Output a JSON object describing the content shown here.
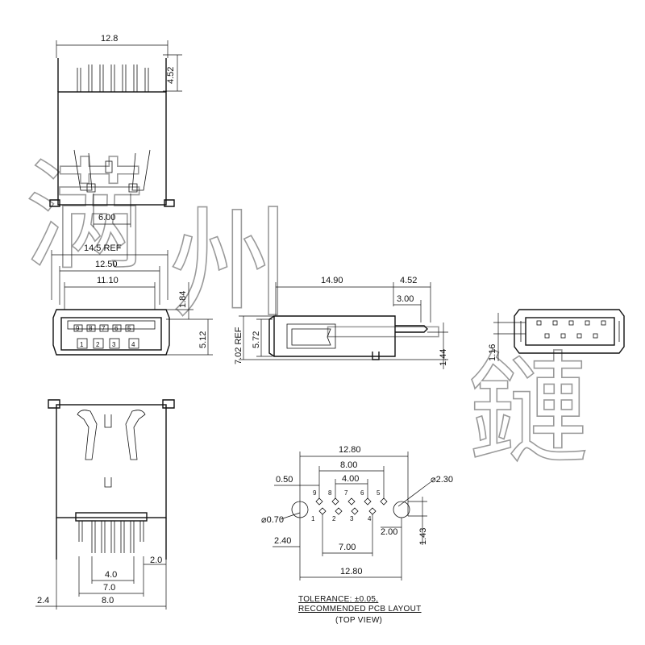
{
  "watermark": {
    "chars": [
      "满",
      "州",
      "一",
      "鏈"
    ]
  },
  "top_view": {
    "width": "12.8",
    "height": "4.52",
    "spring_gap": "6.00"
  },
  "front_view": {
    "ref_width": "14.5 REF",
    "width_1": "12.50",
    "width_2": "11.10",
    "height_1": "1.84",
    "height_2": "5.12",
    "pins_top": [
      "9",
      "8",
      "7",
      "6",
      "5"
    ],
    "pins_bottom": [
      "1",
      "2",
      "3",
      "4"
    ]
  },
  "side_view": {
    "length": "14.90",
    "tail": "4.52",
    "tail_inner": "3.00",
    "ref_height": "7.02 REF",
    "height": "5.72",
    "pin_drop": "1.44"
  },
  "rear_view": {
    "height": "1.16"
  },
  "bottom_view": {
    "pitch": "2.0",
    "pin_span_1": "4.0",
    "pin_span_2": "7.0",
    "pin_span_3": "8.0",
    "offset": "2.4"
  },
  "pcb_layout": {
    "width_top": "12.80",
    "span_top": "8.00",
    "span_mid": "4.00",
    "pin_hole": "0.50",
    "mount_hole": "⌀2.30",
    "small_hole": "⌀0.70",
    "row_offset": "2.40",
    "pitch": "2.00",
    "row_gap": "1.43",
    "span_bottom": "7.00",
    "width_bottom": "12.80",
    "pins_top": [
      "9",
      "8",
      "7",
      "6",
      "5"
    ],
    "pins_bottom": [
      "1",
      "2",
      "3",
      "4"
    ]
  },
  "notes": {
    "tolerance": "TOLERANCE: ±0.05,",
    "recommended": "RECOMMENDED PCB LAYOUT",
    "view": "(TOP VIEW)"
  }
}
